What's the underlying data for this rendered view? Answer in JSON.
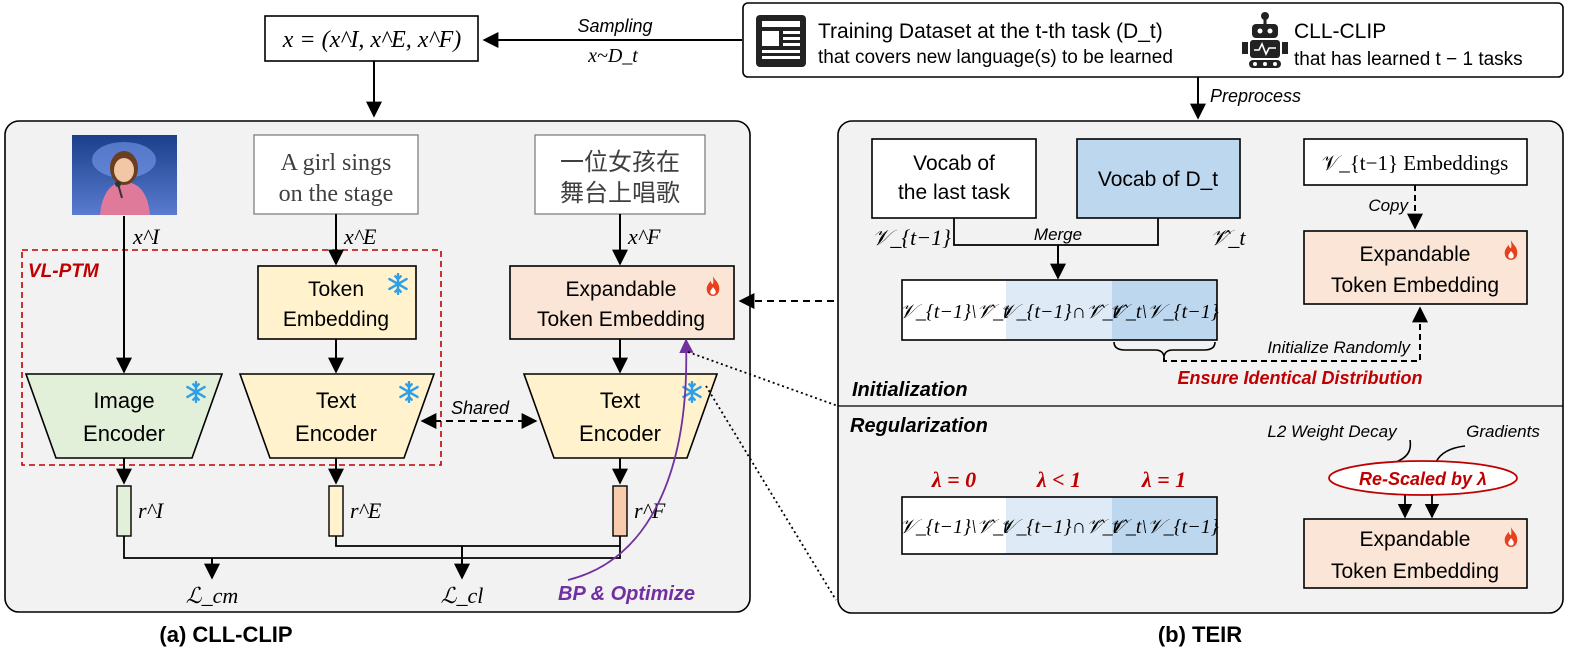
{
  "top": {
    "sample_formula": "x = (x^I, x^E, x^F)",
    "sampling_label": "Sampling",
    "sampling_expr": "x~D_t",
    "dataset_line1": "Training Dataset at the t-th task (D_t)",
    "dataset_line2": "that covers new language(s) to be learned",
    "model_name": "CLL-CLIP",
    "model_line2": "that has learned t − 1 tasks",
    "preprocess_label": "Preprocess",
    "icons": {
      "dataset": "newspaper-icon",
      "model": "robot-icon"
    }
  },
  "panel_a": {
    "caption": "(a) CLL-CLIP",
    "vl_ptm_label": "VL-PTM",
    "image_alt": "girl singing on stage with microphone",
    "text_en_line1": "A girl sings",
    "text_en_line2": "on the stage",
    "text_zh_line1": "一位女孩在",
    "text_zh_line2": "舞台上唱歌",
    "xI": "x^I",
    "xE": "x^E",
    "xF": "x^F",
    "token_emb_line1": "Token",
    "token_emb_line2": "Embedding",
    "exp_emb_line1": "Expandable",
    "exp_emb_line2": "Token Embedding",
    "image_encoder_line1": "Image",
    "image_encoder_line2": "Encoder",
    "text_encoder_line1": "Text",
    "text_encoder_line2": "Encoder",
    "shared_label": "Shared",
    "rI": "r^I",
    "rE": "r^E",
    "rF": "r^F",
    "loss_cm": "ℒ_cm",
    "loss_cl": "ℒ_cl",
    "bp_label": "BP & Optimize",
    "icons": {
      "frozen": "snowflake-icon",
      "trainable": "flame-icon"
    }
  },
  "panel_b": {
    "caption": "(b) TEIR",
    "vocab_last_line1": "Vocab of",
    "vocab_last_line2": "the last task",
    "vocab_dt": "Vocab of D_t",
    "v_prev": "𝒱_{t−1}",
    "v_hat": "𝒱̂_t",
    "merge_label": "Merge",
    "seg1": "𝒱_{t−1}\\𝒱̂_t",
    "seg2": "𝒱_{t−1}∩𝒱̂_t",
    "seg3": "𝒱̂_t\\𝒱_{t−1}",
    "emb_box": "𝒱_{t−1} Embeddings",
    "copy_label": "Copy",
    "exp_emb_line1": "Expandable",
    "exp_emb_line2": "Token Embedding",
    "init_random": "Initialize Randomly",
    "ensure_label": "Ensure Identical Distribution",
    "init_section": "Initialization",
    "reg_section": "Regularization",
    "lambda0": "λ = 0",
    "lambda_lt1": "λ < 1",
    "lambda1": "λ = 1",
    "l2_label": "L2 Weight Decay",
    "grad_label": "Gradients",
    "rescale_label": "Re-Scaled by λ"
  },
  "colors": {
    "green": "#e2efd9",
    "yellow": "#fff2cc",
    "peach": "#fbe5d6",
    "blue": "#bdd7ee",
    "light_blue": "#deebf7",
    "red": "#c00000",
    "purple": "#7030a0",
    "panel_bg": "#f2f2f2"
  }
}
